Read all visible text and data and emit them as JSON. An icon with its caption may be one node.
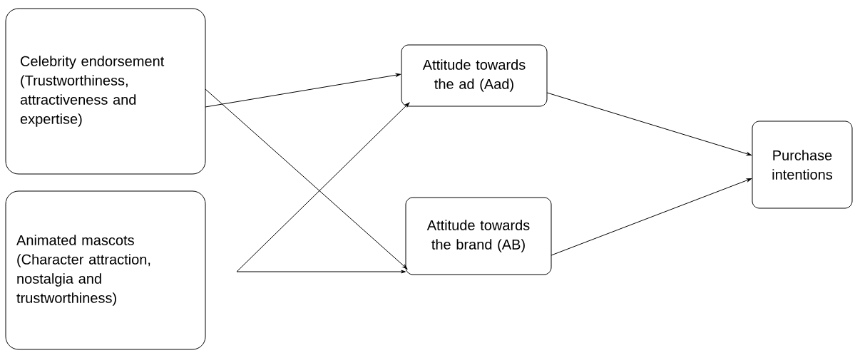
{
  "diagram": {
    "nodes": [
      {
        "text": [
          "Celebrity endorsement (Trustworthiness, attractiveness and expertise)"
        ]
      },
      {
        "text": [
          "Animated mascots (Character attraction, nostalgia and trustworthiness)"
        ]
      },
      {
        "text": [
          "Attitude towards the ad (Aad)"
        ]
      },
      {
        "text": [
          "Attitude towards the brand (AB)"
        ]
      },
      {
        "text": [
          "Purchase intentions"
        ]
      }
    ],
    "edges": [
      {
        "from": 0,
        "to": 2,
        "arrow": "to"
      },
      {
        "from": 0,
        "to": 3,
        "arrow": "to"
      },
      {
        "from": 1,
        "to": 2,
        "arrow": "to"
      },
      {
        "from": 1,
        "to": 3,
        "arrow": "to"
      },
      {
        "from": 2,
        "to": 4,
        "arrow": "to"
      },
      {
        "from": 3,
        "to": 4,
        "arrow": "to"
      }
    ]
  }
}
